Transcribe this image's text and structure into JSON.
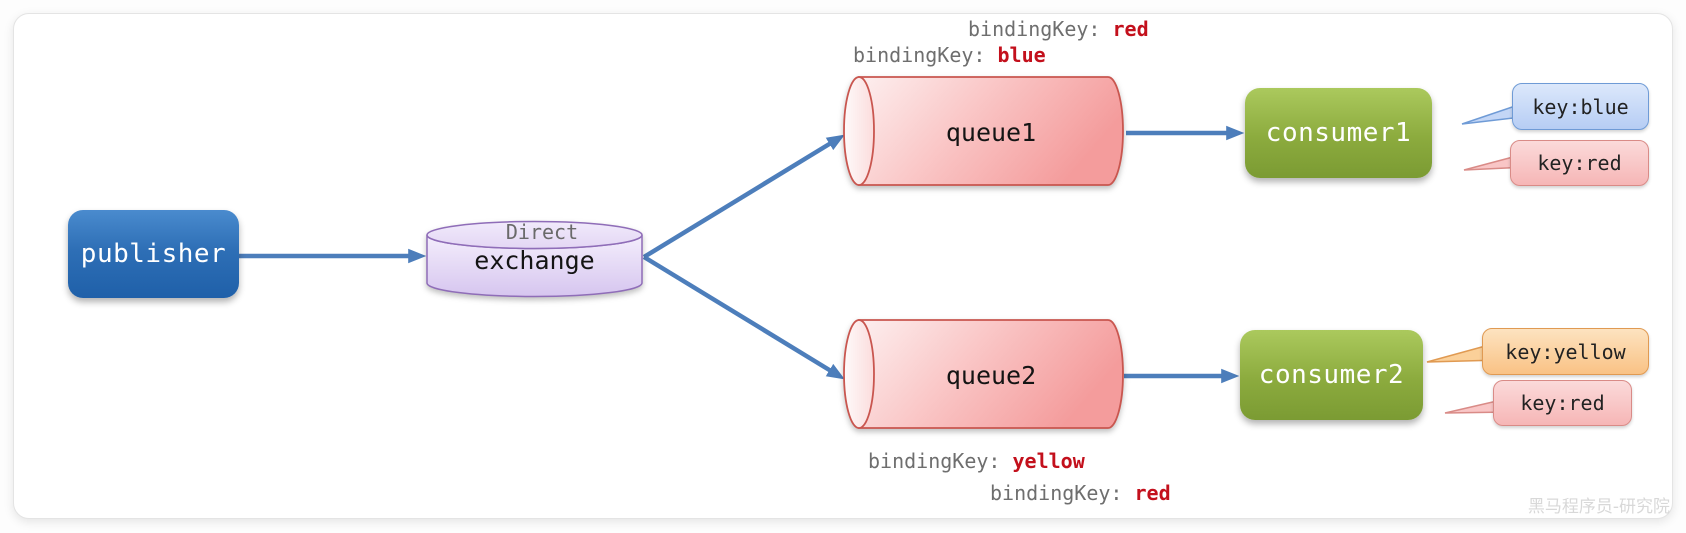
{
  "colors": {
    "arrow": "#4d7ebb",
    "publisher_fill": "#2e6fb6",
    "exchange_fill": "#dccbf0",
    "exchange_border": "#8f6db8",
    "queue_fill": "#f6a6a6",
    "queue_border": "#c9564f",
    "consumer_fill": "#8cab3e",
    "annotation_gray": "#6e6e6e",
    "annotation_red": "#c3101c",
    "tag_blue_fill": "#c3d6f6",
    "tag_blue_border": "#6f9bd6",
    "tag_red_fill": "#f9c6c6",
    "tag_red_border": "#d98b87",
    "tag_yellow_fill": "#fbd099",
    "tag_yellow_border": "#e09a52"
  },
  "diagram": {
    "publisher": {
      "label": "publisher"
    },
    "exchange": {
      "kind": "Direct",
      "label": "exchange"
    },
    "queue1": {
      "label": "queue1"
    },
    "queue2": {
      "label": "queue2"
    },
    "consumer1": {
      "label": "consumer1"
    },
    "consumer2": {
      "label": "consumer2"
    },
    "bindings": {
      "top1": {
        "key": "bindingKey:",
        "value": "red"
      },
      "top2": {
        "key": "bindingKey:",
        "value": "blue"
      },
      "bottom1": {
        "key": "bindingKey:",
        "value": "yellow"
      },
      "bottom2": {
        "key": "bindingKey:",
        "value": "red"
      }
    },
    "tags": {
      "c1_blue": "key:blue",
      "c1_red": "key:red",
      "c2_yellow": "key:yellow",
      "c2_red": "key:red"
    },
    "watermark": "黑马程序员-研究院"
  }
}
